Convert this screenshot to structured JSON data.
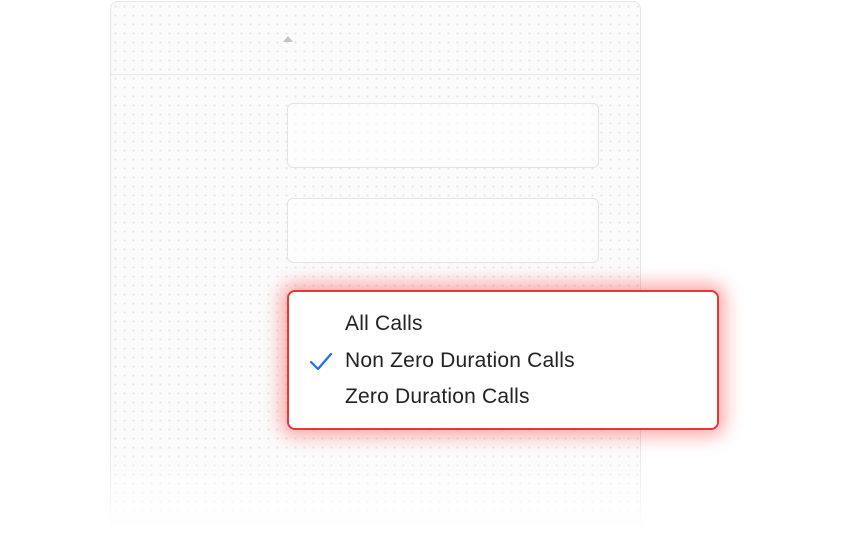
{
  "dropdown": {
    "items": [
      {
        "label": "All Calls",
        "selected": false
      },
      {
        "label": "Non Zero Duration Calls",
        "selected": true
      },
      {
        "label": "Zero Duration Calls",
        "selected": false
      }
    ],
    "selected_icon": "checkmark-icon",
    "border_color": "#e53935",
    "check_color": "#1a73e8"
  },
  "background_panel": {
    "collapse_icon": "caret-up-icon"
  }
}
